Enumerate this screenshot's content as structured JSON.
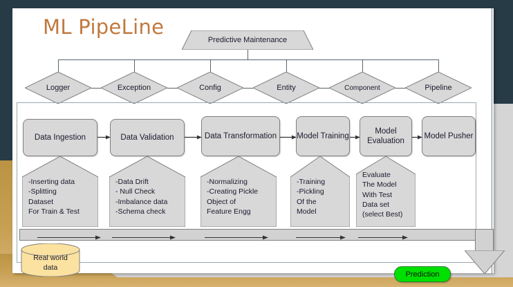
{
  "slide": {
    "title": "ML PipeLine",
    "title_color": "#c0793f",
    "frame_dark_color": "#263b46",
    "frame_gold_color": "#c9a257",
    "shape_fill": "#d8d8d8",
    "shape_stroke": "#7f7f7f"
  },
  "header": {
    "label": "Predictive Maintenance"
  },
  "components": [
    {
      "label": "Logger"
    },
    {
      "label": "Exception"
    },
    {
      "label": "Config"
    },
    {
      "label": "Entity"
    },
    {
      "label": "Component"
    },
    {
      "label": "Pipeline"
    }
  ],
  "stages": [
    {
      "label": "Data Ingestion",
      "details": "-Inserting data\n-Splitting\nDataset\nFor Train & Test"
    },
    {
      "label": "Data Validation",
      "details": "-Data Drift\n- Null Check\n-Imbalance data\n-Schema check"
    },
    {
      "label": "Data Transformation",
      "details": "-Normalizing\n-Creating Pickle\nObject of\nFeature Engg"
    },
    {
      "label": "Model Training",
      "details": "-Training\n-Pickling\nOf  the\nModel"
    },
    {
      "label": "Model Evaluation",
      "details": "Evaluate\nThe Model\nWith Test\nData set\n(select Best)"
    },
    {
      "label": "Model Pusher",
      "details": ""
    }
  ],
  "data_source": {
    "label": "Real world\ndata",
    "fill": "#fbe2a0"
  },
  "output": {
    "label": "Prediction",
    "fill": "#00e000"
  }
}
